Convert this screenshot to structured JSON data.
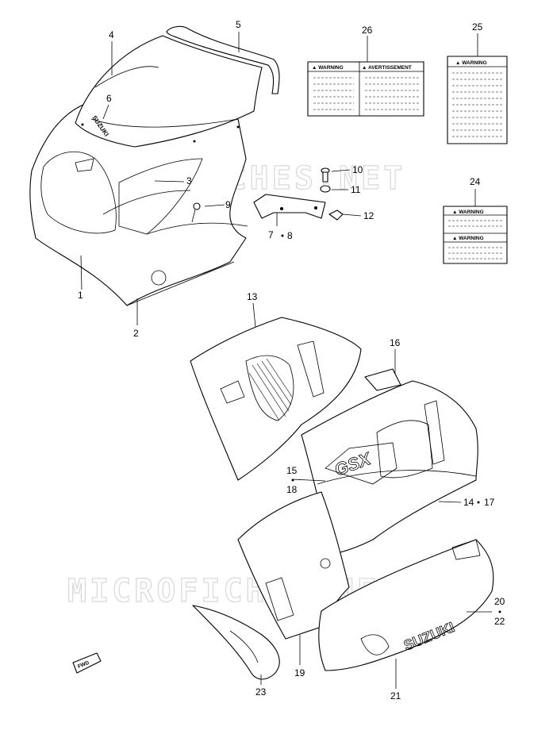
{
  "watermark": "MICROFICHES.NET",
  "fwd_label": "FWD",
  "brand_text": "SUZUKI",
  "model_text": "GSX",
  "warning_labels": {
    "label26": {
      "left": "▲ WARNING",
      "right": "▲ AVERTISSEMENT"
    },
    "label25": {
      "title": "▲ WARNING"
    },
    "label24": {
      "top": "▲ WARNING",
      "bottom": "▲ WARNING"
    }
  },
  "callouts": {
    "c1": "1",
    "c2": "2",
    "c3": "3",
    "c4": "4",
    "c5": "5",
    "c6": "6",
    "c7_8": "7",
    "c8": "8",
    "c9": "9",
    "c10": "10",
    "c11": "11",
    "c12": "12",
    "c13": "13",
    "c14_17a": "14",
    "c14_17b": "17",
    "c15": "15",
    "c18": "18",
    "c16": "16",
    "c19": "19",
    "c20": "20",
    "c21": "21",
    "c22": "22",
    "c23": "23",
    "c24": "24",
    "c25": "25",
    "c26": "26"
  }
}
